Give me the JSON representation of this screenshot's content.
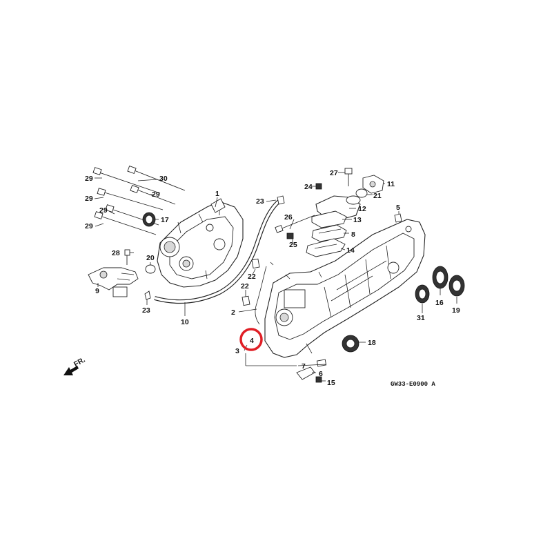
{
  "labels": {
    "p1": "1",
    "p2": "2",
    "p3": "3",
    "p4": "4",
    "p5": "5",
    "p6": "6",
    "p7": "7",
    "p8": "8",
    "p9": "9",
    "p10": "10",
    "p11": "11",
    "p12": "12",
    "p13": "13",
    "p14": "14",
    "p15": "15",
    "p16": "16",
    "p17": "17",
    "p18": "18",
    "p19": "19",
    "p20": "20",
    "p21": "21",
    "p22a": "22",
    "p22b": "22",
    "p23a": "23",
    "p23b": "23",
    "p24": "24",
    "p25": "25",
    "p26": "26",
    "p27": "27",
    "p28": "28",
    "p29a": "29",
    "p29b": "29",
    "p29c": "29",
    "p29d": "29",
    "p29e": "29",
    "p30": "30",
    "p31": "31"
  },
  "direction_label": "FR.",
  "diagram_code": "GW33-E0900 A",
  "highlight_color": "#e01f26"
}
